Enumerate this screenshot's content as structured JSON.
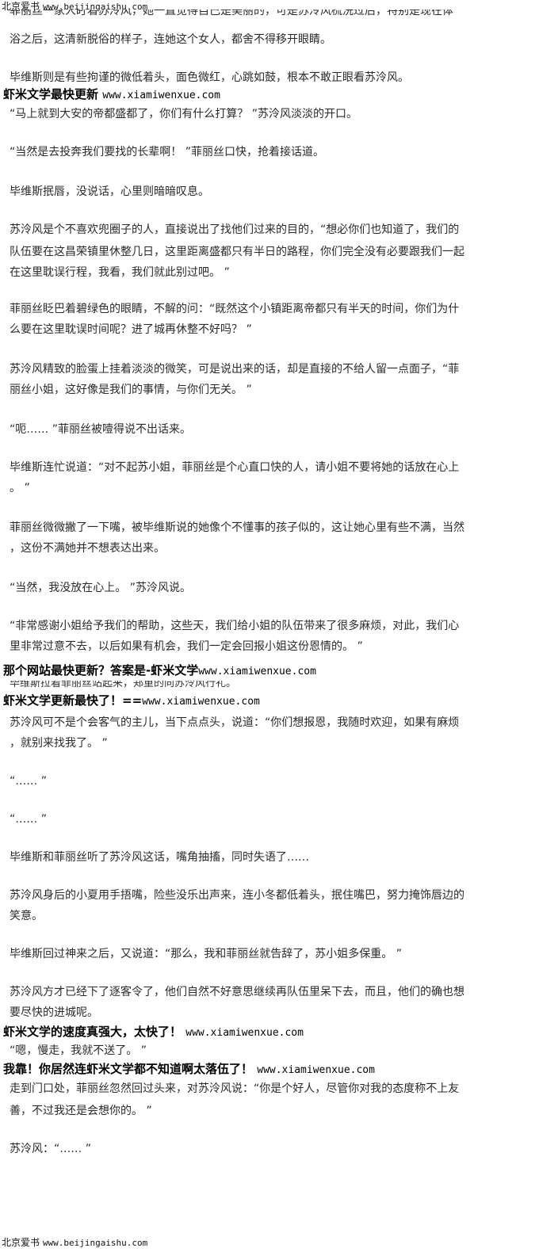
{
  "header": {
    "site": "北京爱书",
    "url": "www.beijingaishu.com"
  },
  "footer": {
    "site": "北京爱书",
    "url": "www.beijingaishu.com"
  },
  "paragraphs": [
    {
      "lines": [
        "菲丽丝一家人盯着苏泠风，她一直觉得自己是美丽的，可是苏泠风梳洗过后，特别是现在体",
        "浴之后，这清新脱俗的样子，连她这个女人，都舍不得移开眼睛。"
      ]
    },
    {
      "lines": [
        "毕维斯则是有些拘谨的微低着头，面色微红，心跳如鼓，根本不敢正眼看苏泠风。"
      ]
    },
    {
      "lines": [
        "“马上就到大安的帝都盛都了，你们有什么打算？ ”苏泠风淡淡的开口。"
      ]
    },
    {
      "lines": [
        "“当然是去投奔我们要找的长辈啊！ ”菲丽丝口快，抢着接话道。"
      ]
    },
    {
      "lines": [
        "毕维斯抿唇，没说话，心里则暗暗叹息。"
      ]
    },
    {
      "lines": [
        "苏泠风是个不喜欢兜圈子的人，直接说出了找他们过来的目的，“想必你们也知道了，我们的",
        "队伍要在这昌荣镇里休整几日，这里距离盛都只有半日的路程，你们完全没有必要跟我们一起",
        "在这里耽误行程，我看，我们就此别过吧。 ”"
      ]
    },
    {
      "lines": [
        "菲丽丝眨巴着碧绿色的眼睛，不解的问：“既然这个小镇距离帝都只有半天的时间，你们为什",
        "么要在这里耽误时间呢？进了城再休整不好吗？ ”"
      ]
    },
    {
      "lines": [
        "苏泠风精致的脸蛋上挂着淡淡的微笑，可是说出来的话，却是直接的不给人留一点面子，“菲",
        "丽丝小姐，这好像是我们的事情，与你们无关。 ”"
      ]
    },
    {
      "lines": [
        "“呃…… ”菲丽丝被噎得说不出话来。"
      ]
    },
    {
      "lines": [
        "毕维斯连忙说道：“对不起苏小姐，菲丽丝是个心直口快的人，请小姐不要将她的话放在心上",
        "。 ”"
      ]
    },
    {
      "lines": [
        "菲丽丝微微撇了一下嘴，被毕维斯说的她像个不懂事的孩子似的，这让她心里有些不满，当然",
        "，这份不满她并不想表达出来。"
      ]
    },
    {
      "lines": [
        "“当然，我没放在心上。 ”苏泠风说。"
      ]
    },
    {
      "lines": [
        "“非常感谢小姐给予我们的帮助，这些天，我们给小姐的队伍带来了很多麻烦，对此，我们心",
        "里非常过意不去，以后如果有机会，我们一定会回报小姐这份恩情的。 ”"
      ]
    },
    {
      "lines": [
        "毕维斯拉着菲丽丝站起来，郑重的向苏泠风行礼。"
      ]
    },
    {
      "lines": [
        "苏泠风可不是个会客气的主儿，当下点点头，说道：“你们想报恩，我随时欢迎，如果有麻烦",
        "，就别来找我了。 ”"
      ]
    },
    {
      "lines": [
        "“…… ”"
      ]
    },
    {
      "lines": [
        "“…… ”"
      ]
    },
    {
      "lines": [
        "毕维斯和菲丽丝听了苏泠风这话，嘴角抽搐，同时失语了……"
      ]
    },
    {
      "lines": [
        "苏泠风身后的小夏用手捂嘴，险些没乐出声来，连小冬都低着头，抿住嘴巴，努力掩饰唇边的",
        "笑意。"
      ]
    },
    {
      "lines": [
        "毕维斯回过神来之后，又说道：“那么，我和菲丽丝就告辞了，苏小姐多保重。 ”"
      ]
    },
    {
      "lines": [
        "苏泠风方才已经下了逐客令了，他们自然不好意思继续再队伍里呆下去，而且，他们的确也想",
        "要尽快的进城呢。"
      ]
    },
    {
      "lines": [
        "“嗯，慢走，我就不送了。 ”"
      ]
    },
    {
      "lines": [
        "走到门口处，菲丽丝忽然回过头来，对苏泠风说：“你是个好人，尽管你对我的态度称不上友",
        "善，不过我还是会想你的。 ”"
      ]
    },
    {
      "lines": [
        "苏泠风：“…… ”"
      ]
    }
  ],
  "ads": [
    {
      "text": "虾米文学最快更新",
      "url": "www.xiamiwenxue.com"
    },
    {
      "text": "那个网站最快更新？答案是-虾米文学",
      "url": "www.xiamiwenxue.com"
    },
    {
      "text": "虾米文学更新最快了！==",
      "url": "www.xiamiwenxue.com"
    },
    {
      "text": "虾米文学的速度真强大，太快了！",
      "url": "www.xiamiwenxue.com"
    },
    {
      "text": "我靠！你居然连虾米文学都不知道啊太落伍了！",
      "url": "www.xiamiwenxue.com"
    }
  ]
}
